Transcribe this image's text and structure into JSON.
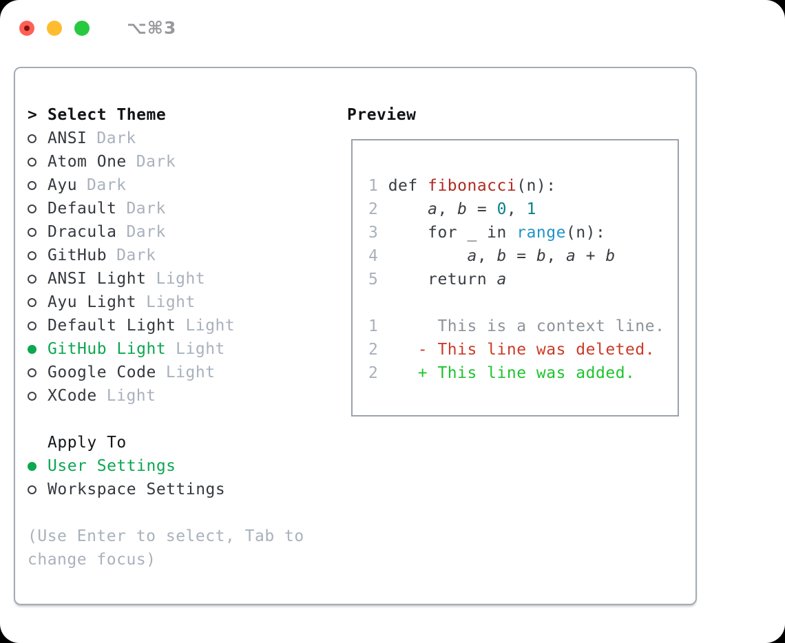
{
  "titlebar": {
    "shortcut": "⌥⌘3",
    "buttons": [
      "close",
      "minimize",
      "zoom"
    ]
  },
  "theme_picker": {
    "header_prefix": ">",
    "header_label": "Select Theme",
    "themes": [
      {
        "name": "ANSI",
        "tag": "Dark",
        "selected": false
      },
      {
        "name": "Atom One",
        "tag": "Dark",
        "selected": false
      },
      {
        "name": "Ayu",
        "tag": "Dark",
        "selected": false
      },
      {
        "name": "Default",
        "tag": "Dark",
        "selected": false
      },
      {
        "name": "Dracula",
        "tag": "Dark",
        "selected": false
      },
      {
        "name": "GitHub",
        "tag": "Dark",
        "selected": false
      },
      {
        "name": "ANSI Light",
        "tag": "Light",
        "selected": false
      },
      {
        "name": "Ayu Light",
        "tag": "Light",
        "selected": false
      },
      {
        "name": "Default Light",
        "tag": "Light",
        "selected": false
      },
      {
        "name": "GitHub Light",
        "tag": "Light",
        "selected": true
      },
      {
        "name": "Google Code",
        "tag": "Light",
        "selected": false
      },
      {
        "name": "XCode",
        "tag": "Light",
        "selected": false
      }
    ],
    "apply_to_label": "Apply To",
    "apply_options": [
      {
        "name": "User Settings",
        "selected": true
      },
      {
        "name": "Workspace Settings",
        "selected": false
      }
    ],
    "help_line1": "(Use Enter to select, Tab to",
    "help_line2": "change focus)"
  },
  "preview": {
    "title": "Preview",
    "lines": [
      {
        "tokens": [
          [
            "linenum",
            "1 "
          ],
          [
            "plain",
            "def "
          ],
          [
            "func",
            "fibonacci"
          ],
          [
            "plain",
            "(n):"
          ]
        ]
      },
      {
        "tokens": [
          [
            "linenum",
            "2 "
          ],
          [
            "plain",
            "    "
          ],
          [
            "var",
            "a"
          ],
          [
            "plain",
            ", "
          ],
          [
            "var",
            "b"
          ],
          [
            "plain",
            " = "
          ],
          [
            "num",
            "0"
          ],
          [
            "plain",
            ", "
          ],
          [
            "num",
            "1"
          ]
        ]
      },
      {
        "tokens": [
          [
            "linenum",
            "3 "
          ],
          [
            "plain",
            "    for _ in "
          ],
          [
            "builtin",
            "range"
          ],
          [
            "plain",
            "(n):"
          ]
        ]
      },
      {
        "tokens": [
          [
            "linenum",
            "4 "
          ],
          [
            "plain",
            "        "
          ],
          [
            "var",
            "a"
          ],
          [
            "plain",
            ", "
          ],
          [
            "var",
            "b"
          ],
          [
            "plain",
            " = "
          ],
          [
            "var",
            "b"
          ],
          [
            "plain",
            ", "
          ],
          [
            "var",
            "a"
          ],
          [
            "plain",
            " + "
          ],
          [
            "var",
            "b"
          ]
        ]
      },
      {
        "tokens": [
          [
            "linenum",
            "5 "
          ],
          [
            "plain",
            "    return "
          ],
          [
            "var",
            "a"
          ]
        ]
      },
      {
        "tokens": []
      },
      {
        "tokens": [
          [
            "linenum",
            "1 "
          ],
          [
            "context",
            "     This is a context line."
          ]
        ]
      },
      {
        "tokens": [
          [
            "linenum",
            "2 "
          ],
          [
            "deleted",
            "   - This line was deleted."
          ]
        ]
      },
      {
        "tokens": [
          [
            "linenum",
            "2 "
          ],
          [
            "added",
            "   + This line was added."
          ]
        ]
      }
    ]
  },
  "colors": {
    "selected_green": "#0ca750",
    "added_green": "#1dc42d",
    "deleted_red": "#cd3a27",
    "function_red": "#ae2b20",
    "number_teal": "#0a7f85",
    "builtin_blue": "#2093c8",
    "muted_gray": "#a9b1bc",
    "text_dark": "#34393f",
    "traffic_red": "#ff5f57",
    "traffic_yellow": "#febc2e",
    "traffic_green": "#28c840"
  }
}
